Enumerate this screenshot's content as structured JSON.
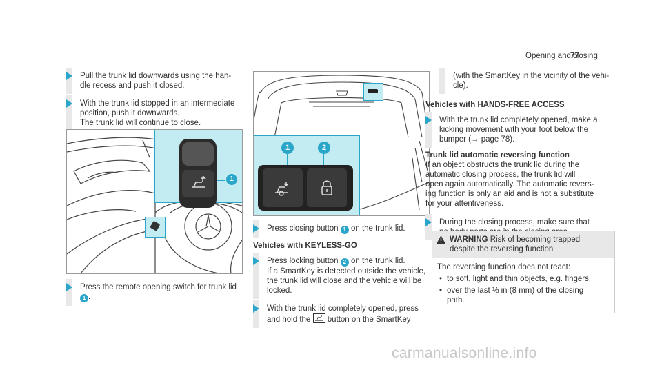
{
  "header": {
    "section_title": "Opening and closing",
    "page_number": "77"
  },
  "col1": {
    "step1": [
      "Pull the trunk lid downwards using the han-",
      "dle recess and push it closed."
    ],
    "step2": [
      "With the trunk lid stopped in an intermediate",
      "position, push it downwards.",
      "The trunk lid will continue to close."
    ],
    "figure_badge": "1",
    "step3": [
      "Press the remote opening switch for trunk lid",
      "."
    ],
    "step3_badge": "1"
  },
  "col2": {
    "figure_badges": [
      "1",
      "2"
    ],
    "step1": {
      "pre": "Press closing button ",
      "badge": "1",
      "post": " on the trunk lid."
    },
    "heading": "Vehicles with KEYLESS-GO",
    "step2": {
      "pre": "Press locking button ",
      "badge": "2",
      "post": " on the trunk lid.",
      "lines": [
        "If a SmartKey is detected outside the vehicle,",
        "the trunk lid will close and the vehicle will be",
        "locked."
      ]
    },
    "step3": {
      "line1": "With the trunk lid completely opened, press",
      "line2_pre": "and hold the ",
      "line2_post": " button on the SmartKey"
    }
  },
  "col3": {
    "cont": [
      "(with the SmartKey in the vicinity of the vehi-",
      "cle)."
    ],
    "heading1": "Vehicles with HANDS-FREE ACCESS",
    "step1": [
      "With the trunk lid completely opened, make a",
      "kicking movement with your foot below the",
      "bumper (→ page 78)."
    ],
    "heading2": "Trunk lid automatic reversing function",
    "para": [
      "If an object obstructs the trunk lid during the",
      "automatic closing process, the trunk lid will",
      "open again automatically. The automatic revers-",
      "ing function is only an aid and is not a substitute",
      "for your attentiveness."
    ],
    "step2": [
      "During the closing process, make sure that",
      "no body parts are in the closing area."
    ]
  },
  "warning": {
    "label": "WARNING",
    "title": " Risk of becoming trapped",
    "title2": "despite the reversing function",
    "intro": "The reversing function does not react:",
    "bullets": [
      "to soft, light and thin objects, e.g. fingers.",
      "over the last ⅓ in (8 mm) of the closing",
      "path."
    ]
  },
  "watermark": "carmanualsonline.info",
  "colors": {
    "accent": "#2aa6c9",
    "highlight": "#c3ecf2",
    "step_bar": "#e8e8e8"
  }
}
